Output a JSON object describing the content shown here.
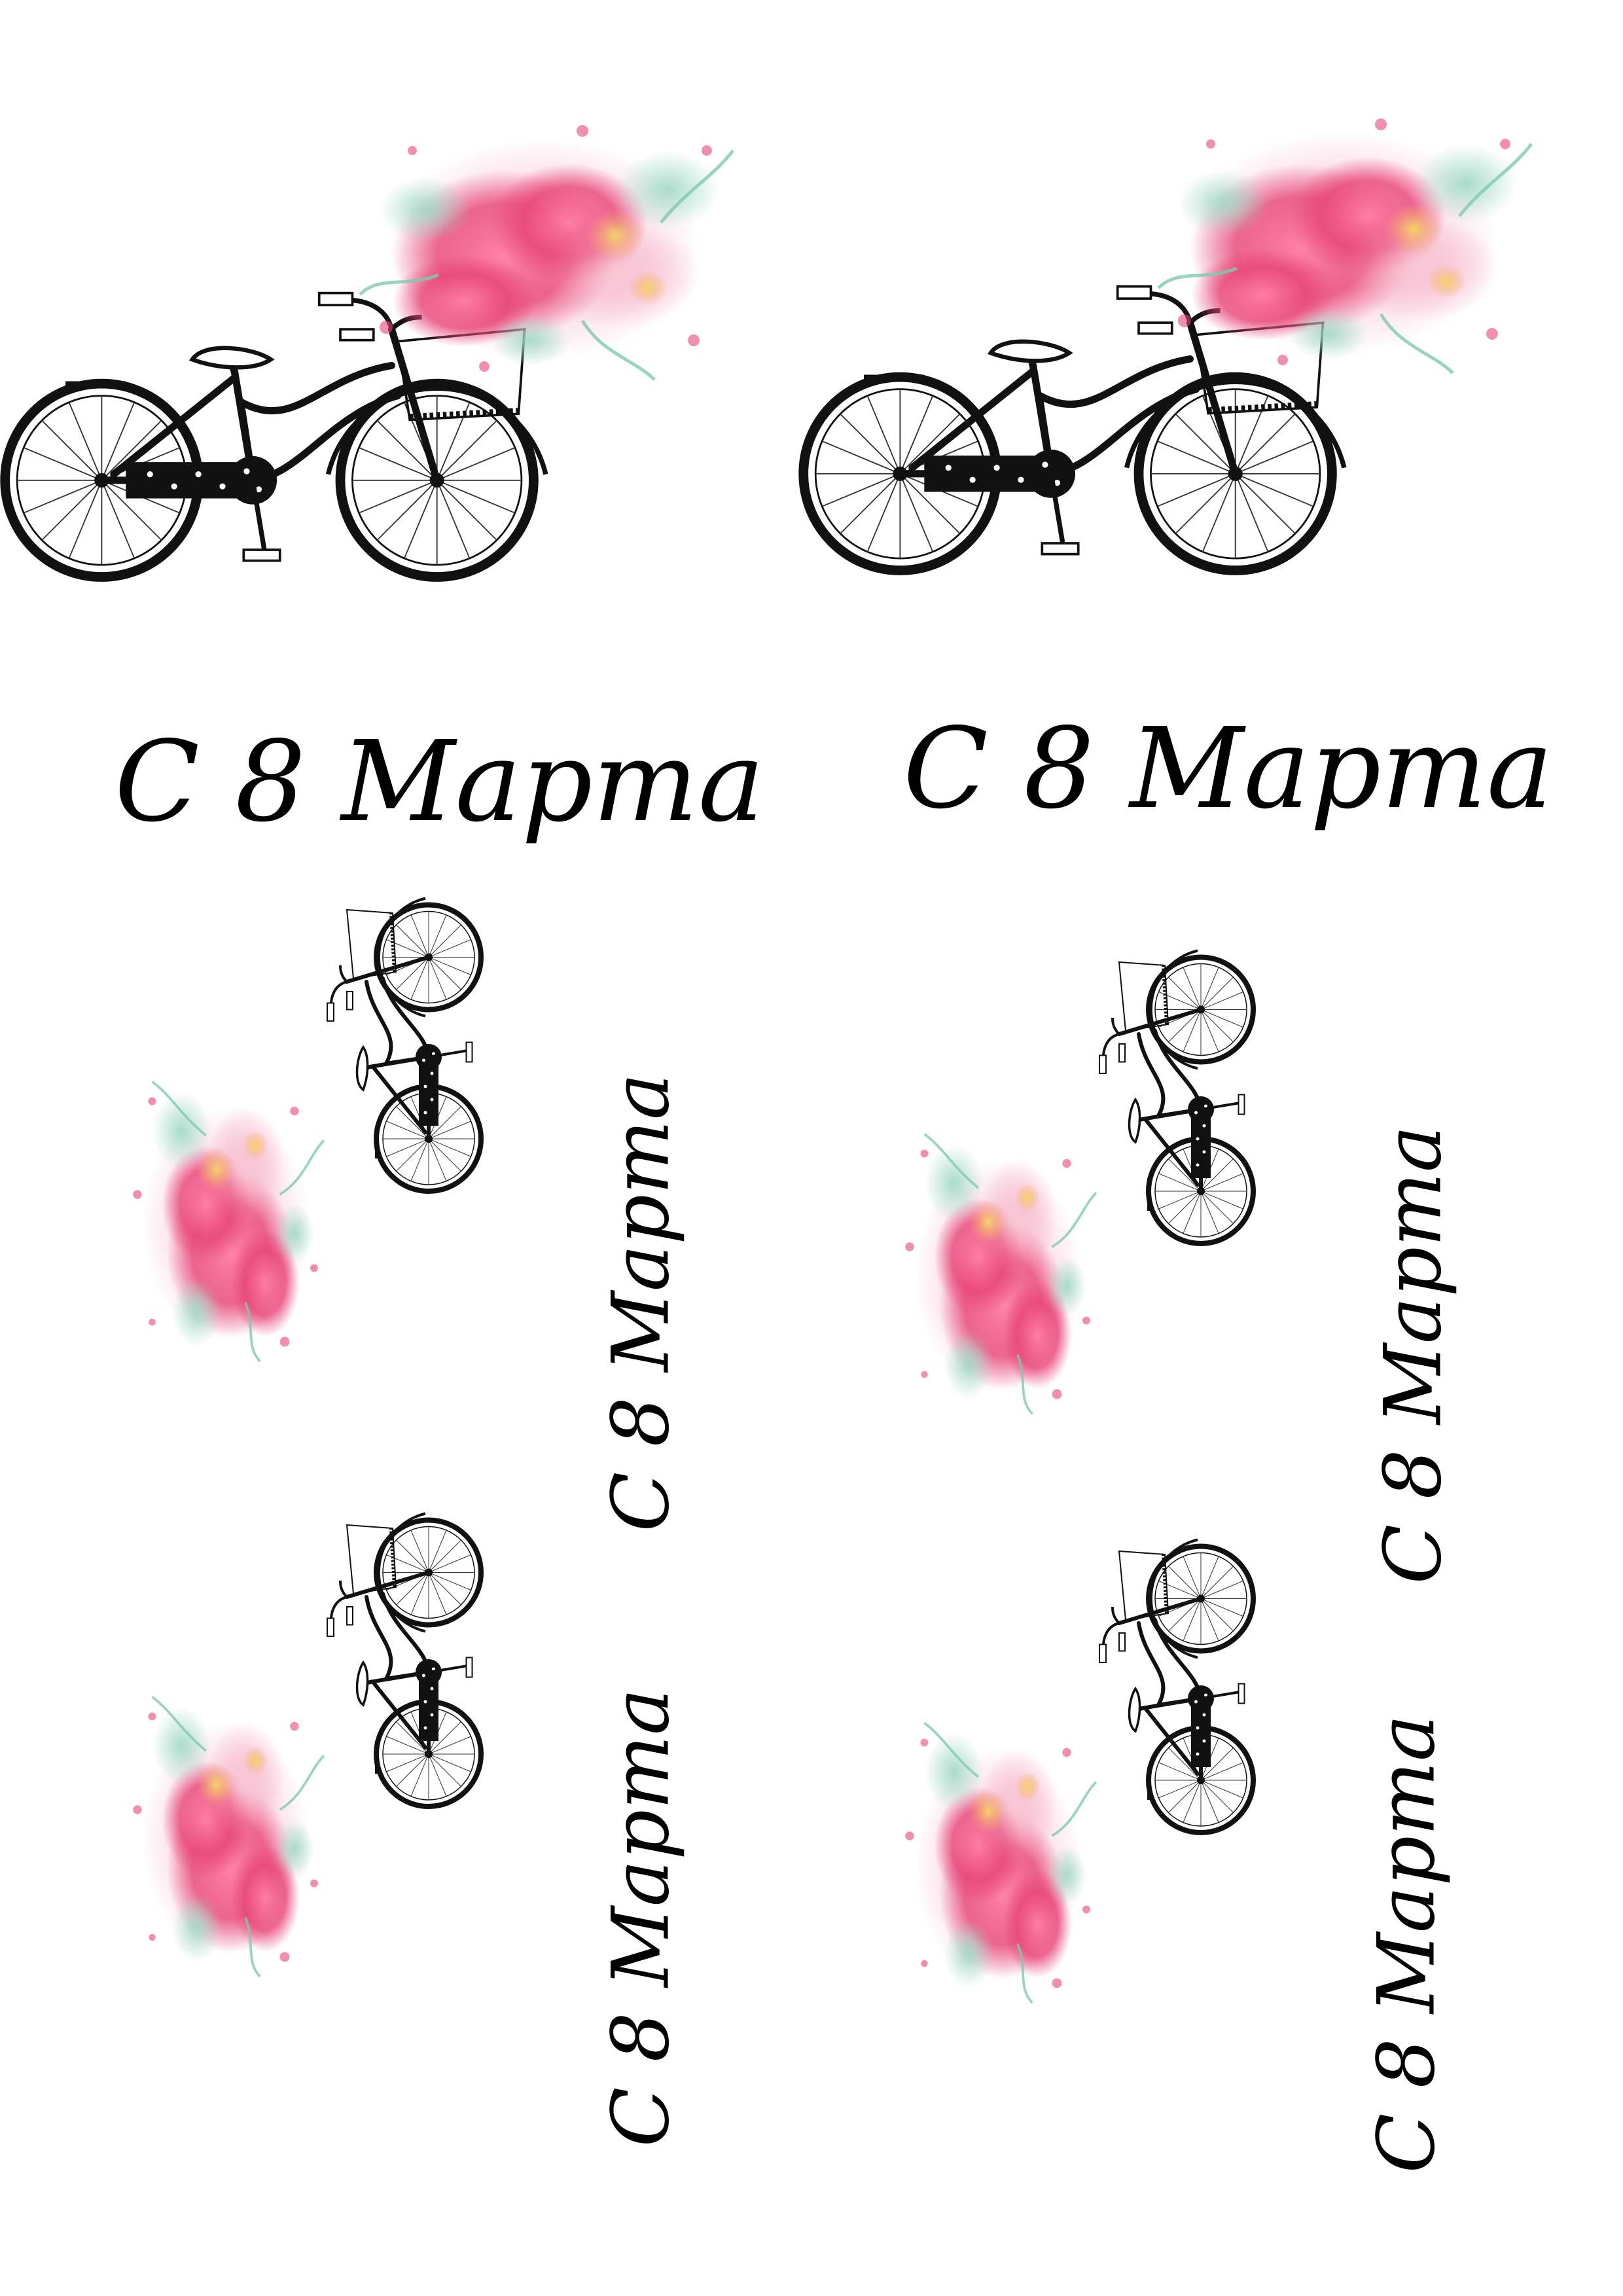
{
  "greeting": "С 8 Марта",
  "colors": {
    "ink": "#111111",
    "bouquet_main": "#e8457a",
    "bouquet_light": "#f39bb7",
    "bouquet_mint": "#9fd8c4",
    "bouquet_yellow": "#f5d36b",
    "bouquet_peach": "#f6a86e"
  },
  "cards": [
    {
      "layout": "horizontal",
      "text": "С 8 Марта"
    },
    {
      "layout": "horizontal",
      "text": "С 8 Марта"
    },
    {
      "layout": "vertical",
      "text": "С 8 Марта"
    },
    {
      "layout": "vertical",
      "text": "С 8 Марта"
    },
    {
      "layout": "vertical",
      "text": "С 8 Марта"
    },
    {
      "layout": "vertical",
      "text": "С 8 Марта"
    }
  ],
  "icons": {
    "bicycle": "bicycle-with-flower-basket-icon",
    "bouquet": "watercolor-bouquet-icon"
  }
}
